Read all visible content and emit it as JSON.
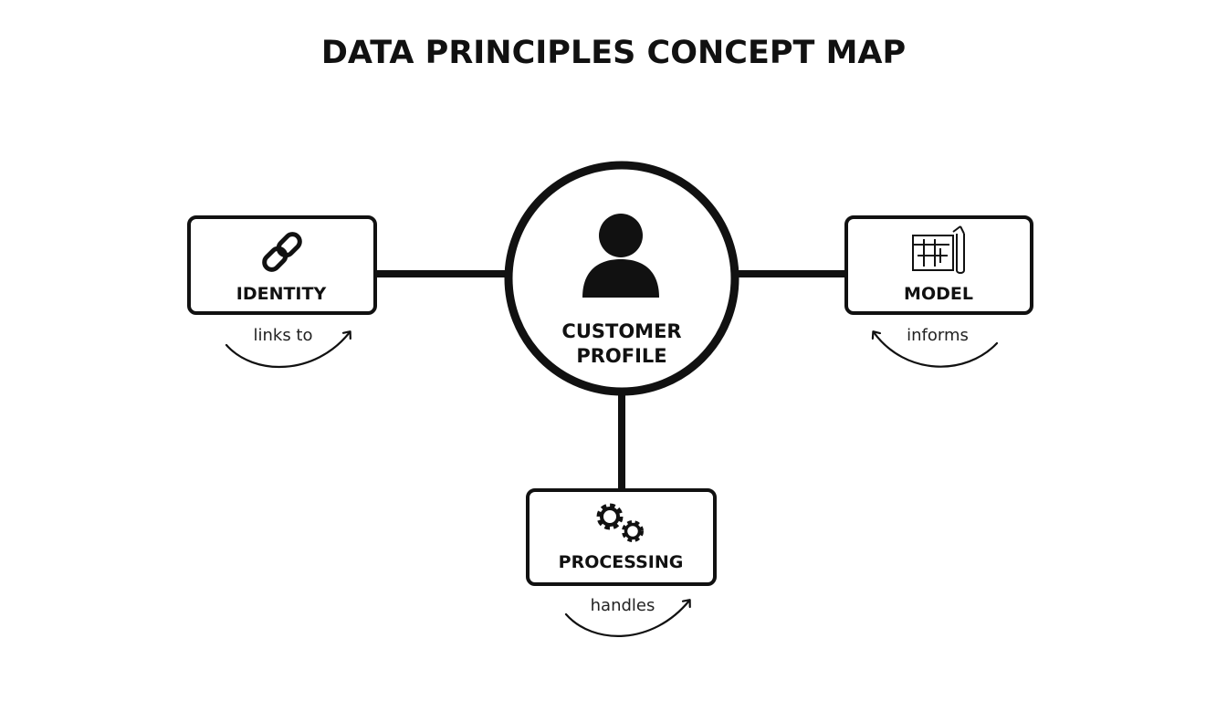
{
  "title": "DATA PRINCIPLES CONCEPT MAP",
  "center": {
    "line1": "CUSTOMER",
    "line2": "PROFILE",
    "icon": "user-icon"
  },
  "nodes": {
    "identity": {
      "label": "IDENTITY",
      "icon": "link-icon",
      "relation": "links to"
    },
    "model": {
      "label": "MODEL",
      "icon": "blueprint-icon",
      "relation": "informs"
    },
    "processing": {
      "label": "PROCESSING",
      "icon": "gears-icon",
      "relation": "handles"
    }
  },
  "colors": {
    "stroke": "#111111",
    "background": "#ffffff"
  }
}
